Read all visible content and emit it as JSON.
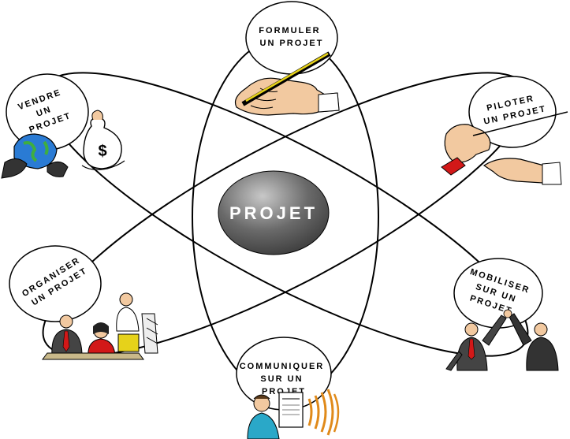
{
  "center": {
    "label": "PROJET"
  },
  "nodes": {
    "formuler": {
      "lines": [
        "FORMULER",
        "UN PROJET"
      ]
    },
    "piloter": {
      "lines": [
        "PILOTER",
        "UN PROJET"
      ]
    },
    "vendre": {
      "lines": [
        "VENDRE",
        "UN",
        "PROJET"
      ]
    },
    "organiser": {
      "lines": [
        "ORGANISER",
        "UN PROJET"
      ]
    },
    "mobiliser": {
      "lines": [
        "MOBILISER",
        "SUR UN",
        "PROJET"
      ]
    },
    "communiquer": {
      "lines": [
        "COMMUNIQUER",
        "SUR UN",
        "PROJET"
      ]
    }
  },
  "icons": {
    "formuler": "writing-hand-icon",
    "piloter": "pointing-hands-icon",
    "vendre": "globe-money-bag-icon",
    "organiser": "meeting-people-icon",
    "mobiliser": "high-five-people-icon",
    "communiquer": "presenter-icon"
  },
  "colors": {
    "center_fill": "#555555",
    "center_highlight": "#bdbdbd",
    "stroke": "#000000",
    "pen": "#e6d21a",
    "globe": "#2a7bd4",
    "tie_red": "#d21818",
    "skin": "#f2c9a0"
  }
}
